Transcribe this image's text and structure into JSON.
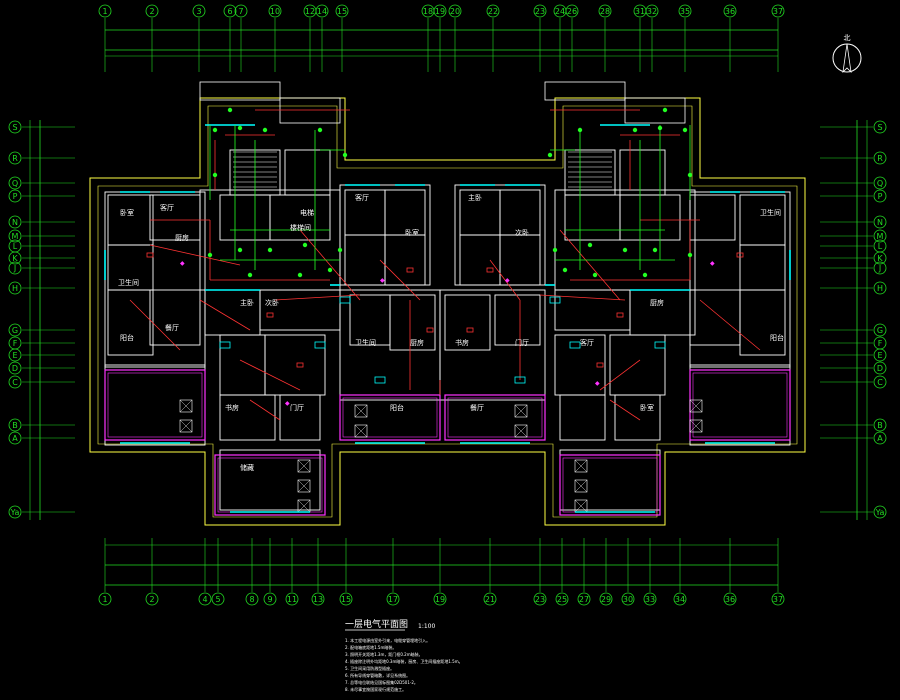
{
  "drawing": {
    "title": "一层电气平面图",
    "scale": "1:100",
    "north_label": "北"
  },
  "axes": {
    "top": [
      "1",
      "2",
      "3",
      "6",
      "7",
      "10",
      "12",
      "14",
      "15",
      "18",
      "19",
      "20",
      "22",
      "23",
      "24",
      "26",
      "28",
      "31",
      "32",
      "35",
      "36",
      "37"
    ],
    "bottom": [
      "1",
      "2",
      "4",
      "5",
      "8",
      "9",
      "11",
      "13",
      "15",
      "17",
      "19",
      "21",
      "23",
      "25",
      "27",
      "29",
      "30",
      "33",
      "34",
      "36",
      "37"
    ],
    "side": [
      "S",
      "R",
      "Q",
      "P",
      "N",
      "M",
      "L",
      "K",
      "J",
      "H",
      "G",
      "F",
      "E",
      "D",
      "C",
      "B",
      "A",
      "Ya"
    ]
  },
  "rooms": [
    "卧室",
    "客厅",
    "厨房",
    "卫生间",
    "阳台",
    "餐厅",
    "主卧",
    "次卧",
    "书房",
    "门厅",
    "楼梯间",
    "电梯",
    "储藏",
    "客厅",
    "卧室",
    "厨房",
    "卫生间",
    "阳台",
    "主卧",
    "次卧",
    "书房",
    "门厅",
    "餐厅",
    "客厅",
    "卧室",
    "厨房",
    "卫生间",
    "阳台"
  ],
  "notes": [
    "1. 本工程电源由室外引来，电缆穿管埋地引入。",
    "2. 配电箱底距地1.5m暗装。",
    "3. 照明开关距地1.3m，距门框0.2m暗装。",
    "4. 插座除注明外均距地0.3m暗装，厨房、卫生间插座距地1.5m。",
    "5. 卫生间采用防溅型插座。",
    "6. 所有导线穿管暗敷，详见系统图。",
    "7. 总等电位联结见国标图集02D501-2。",
    "8. 未尽事宜按国家现行规范施工。"
  ],
  "colors": {
    "background": "#000000",
    "axis": "#22dd22",
    "wall": "#ffffff",
    "outline": "#ffff44",
    "wiring": "#ff3333",
    "window": "#00ffff",
    "device": "#ff33ff",
    "equipment": "#22ff22"
  }
}
